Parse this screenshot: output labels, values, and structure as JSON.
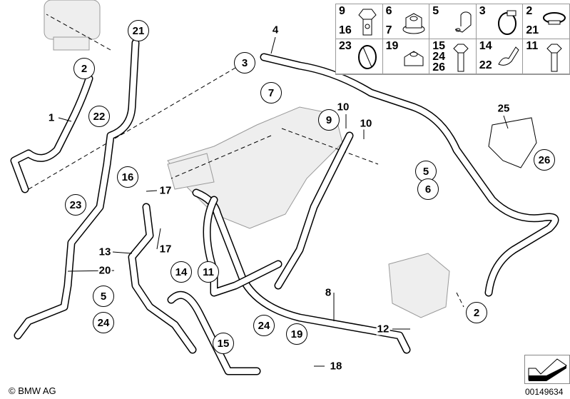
{
  "callouts": [
    "21",
    "2",
    "3",
    "7",
    "22",
    "9",
    "16",
    "23",
    "5",
    "6",
    "26",
    "14",
    "11",
    "5",
    "24",
    "15",
    "24",
    "19",
    "2"
  ],
  "labels": [
    "4",
    "1",
    "10",
    "10",
    "17",
    "17",
    "13",
    "20",
    "8",
    "12",
    "18",
    "25"
  ],
  "legend": [
    {
      "nums": [
        "9",
        "16"
      ],
      "icon": "banjo-bolt-icon"
    },
    {
      "nums": [
        "6",
        "7"
      ],
      "icon": "flange-nut-icon"
    },
    {
      "nums": [
        "5"
      ],
      "icon": "pipe-clamp-icon"
    },
    {
      "nums": [
        "3"
      ],
      "icon": "hose-clamp-icon"
    },
    {
      "nums": [
        "2",
        "21"
      ],
      "icon": "ear-clamp-icon"
    },
    {
      "nums": [
        "23"
      ],
      "icon": "clip-icon"
    },
    {
      "nums": [
        "19"
      ],
      "icon": "collar-nut-icon"
    },
    {
      "nums": [
        "15",
        "24",
        "26"
      ],
      "icon": "hex-bolt-icon"
    },
    {
      "nums": [
        "14",
        "22"
      ],
      "icon": "hose-holder-icon"
    },
    {
      "nums": [
        "11"
      ],
      "icon": "hex-bolt-icon"
    }
  ],
  "footer": {
    "copyright": "© BMW AG",
    "image_number": "00149634"
  }
}
